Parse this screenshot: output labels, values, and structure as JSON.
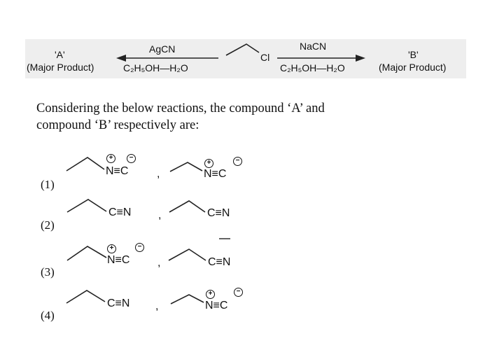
{
  "scheme": {
    "reagent_left": "AgCN",
    "solvent_left": "C₂H₅OH—H₂O",
    "product_left": "'A'",
    "product_left_note": "(Major Product)",
    "substrate_atom": "Cl",
    "reagent_right": "NaCN",
    "solvent_right": "C₂H₅OH—H₂O",
    "product_right": "'B'",
    "product_right_note": "(Major Product)"
  },
  "question": {
    "line1": "Considering the below reactions, the compound ‘A’ and",
    "line2": "compound ‘B’ respectively are:"
  },
  "options": [
    {
      "number": "(1)",
      "first": "isocyanide",
      "second": "isocyanide"
    },
    {
      "number": "(2)",
      "first": "nitrile",
      "second": "nitrile"
    },
    {
      "number": "(3)",
      "first": "isocyanide",
      "second": "nitrile"
    },
    {
      "number": "(4)",
      "first": "nitrile",
      "second": "isocyanide"
    }
  ],
  "groups": {
    "nitrile": "C≡N",
    "isocyanide": "N≡C",
    "plus": "+",
    "minus": "−",
    "separator": ","
  }
}
